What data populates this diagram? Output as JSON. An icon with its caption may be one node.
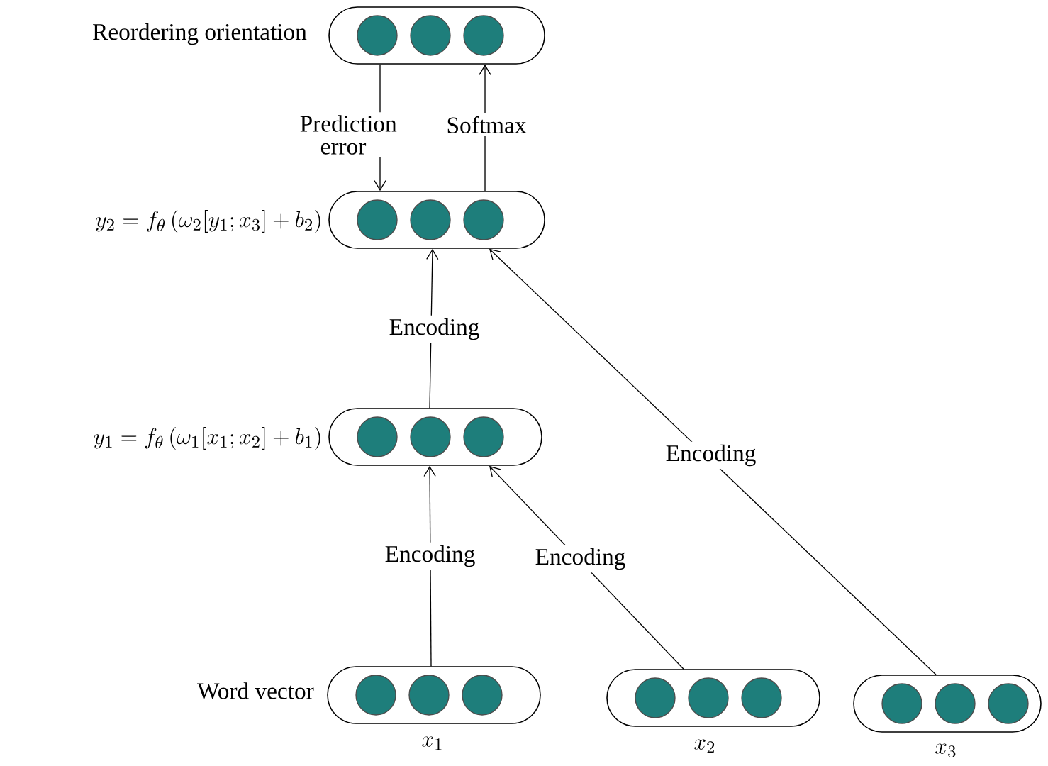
{
  "diagram": {
    "nodes": [
      {
        "text": [],
        "shape": "box",
        "beside": [
          "Reordering orientation"
        ]
      },
      {
        "text": [],
        "shape": "box",
        "beside": [
          "y_2 = f_\\theta\\left(\\omega_2[y_1; x_3] + b_2\\right)"
        ]
      },
      {
        "text": [],
        "shape": "box",
        "beside": [
          "y_1 = f_\\theta\\left(\\omega_1[x_1; x_2] + b_1\\right)"
        ]
      },
      {
        "text": [],
        "shape": "box",
        "beside": [
          "Word vector",
          "x_1"
        ]
      },
      {
        "text": [],
        "shape": "box",
        "beside": [
          "x_2"
        ]
      },
      {
        "text": [],
        "shape": "box",
        "beside": [
          "x_3"
        ]
      }
    ],
    "edges": [
      {
        "from": 3,
        "to": 2,
        "arrow": "to",
        "label": "Encoding"
      },
      {
        "from": 4,
        "to": 2,
        "arrow": "to",
        "label": "Encoding"
      },
      {
        "from": 2,
        "to": 1,
        "arrow": "to",
        "label": "Encoding"
      },
      {
        "from": 5,
        "to": 1,
        "arrow": "to",
        "label": "Encoding"
      },
      {
        "from": 0,
        "to": 1,
        "arrow": "to",
        "label": "Prediction error"
      },
      {
        "from": 1,
        "to": 0,
        "arrow": "to",
        "label": "Softmax"
      }
    ]
  }
}
